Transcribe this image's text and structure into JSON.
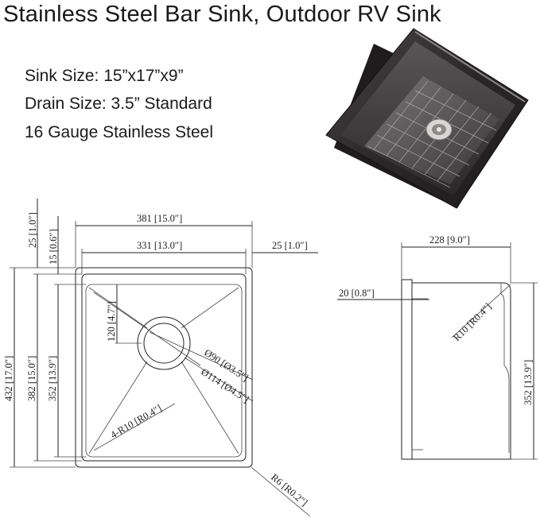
{
  "title": "Stainless Steel Bar Sink, Outdoor RV Sink",
  "specs": [
    "Sink Size: 15”x17”x9”",
    "Drain Size: 3.5” Standard",
    "16 Gauge Stainless Steel"
  ],
  "colors": {
    "sink_dark": "#2e2b2c",
    "line": "#222222"
  },
  "top_view": {
    "overall_width": "381 [15.0″]",
    "inner_width": "331 [13.0″]",
    "rim_right": "25 [1.0″]",
    "rim_top": "25 [1.0″]",
    "flange_top": "15 [0.6″]",
    "overall_height": "432 [17.0″]",
    "bowl_height": "382 [15.0″]",
    "inner_height": "352 [13.9″]",
    "drain_offset": "120 [4.7″]",
    "drain_inner": "Ø90 [Ø3.5″]",
    "drain_outer": "Ø114 [Ø4.5″]",
    "corner_radius": "4-R10 [R0.4″]",
    "outer_radius": "R6 [R0.2″]"
  },
  "side_view": {
    "depth_width": "228 [9.0″]",
    "flange": "20 [0.8″]",
    "radius": "R10 [R0.4″]",
    "height": "352 [13.9″]"
  }
}
